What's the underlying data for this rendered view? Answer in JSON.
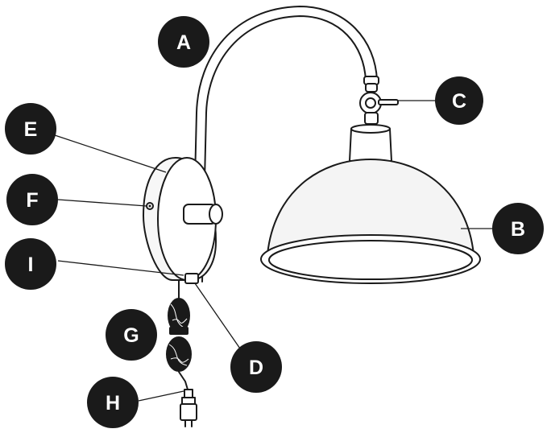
{
  "colors": {
    "badge": "#1a1a1a",
    "badge_text": "#ffffff",
    "line": "#1a1a1a",
    "shade_fill": "#f4f4f4",
    "plate_fill": "#f7f7f7"
  },
  "parts": {
    "A": {
      "label": "A"
    },
    "B": {
      "label": "B"
    },
    "C": {
      "label": "C"
    },
    "D": {
      "label": "D"
    },
    "E": {
      "label": "E"
    },
    "F": {
      "label": "F"
    },
    "G": {
      "label": "G"
    },
    "H": {
      "label": "H"
    },
    "I": {
      "label": "I"
    }
  }
}
